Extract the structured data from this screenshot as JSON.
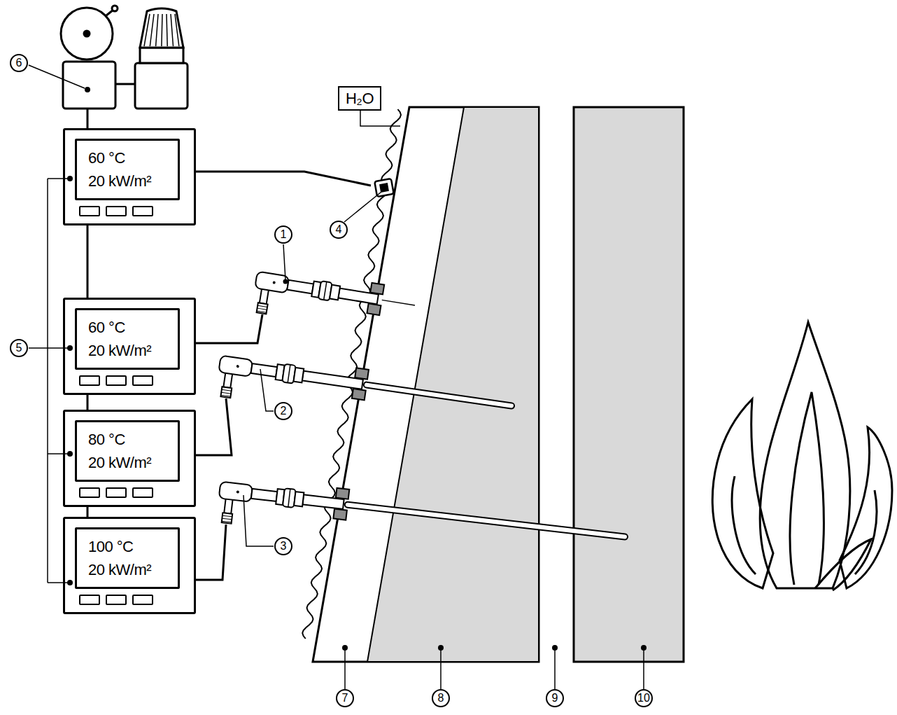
{
  "diagram": {
    "nodes": [
      {
        "text": [
          "60 °C",
          "20 kW/m²"
        ]
      },
      {
        "text": [
          "60 °C",
          "20 kW/m²"
        ]
      },
      {
        "text": [
          "80 °C",
          "20 kW/m²"
        ]
      },
      {
        "text": [
          "100 °C",
          "20 kW/m²"
        ]
      },
      {
        "text": [
          "H₂O"
        ]
      }
    ],
    "edges": [
      {
        "from": 0,
        "to": 1,
        "arrow": "none"
      },
      {
        "from": 1,
        "to": 2,
        "arrow": "none"
      },
      {
        "from": 2,
        "to": 3,
        "arrow": "none"
      }
    ],
    "labels": [
      "6",
      "4",
      "1",
      "5",
      "2",
      "3",
      "7",
      "8",
      "9",
      "10"
    ]
  }
}
